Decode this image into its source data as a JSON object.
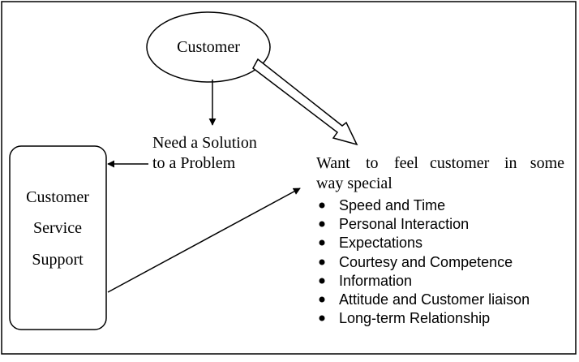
{
  "nodes": {
    "customer": "Customer",
    "need": [
      "Need a Solution",
      "to a Problem"
    ],
    "support": [
      "Customer",
      "Service",
      "Support"
    ],
    "want": {
      "line1": [
        "Want",
        "to",
        "feel",
        "customer",
        "in",
        "some"
      ],
      "line2": "way special"
    }
  },
  "bullets": [
    "Speed and Time",
    "Personal Interaction",
    "Expectations",
    "Courtesy and Competence",
    "Information",
    "Attitude and Customer liaison",
    "Long-term Relationship"
  ]
}
